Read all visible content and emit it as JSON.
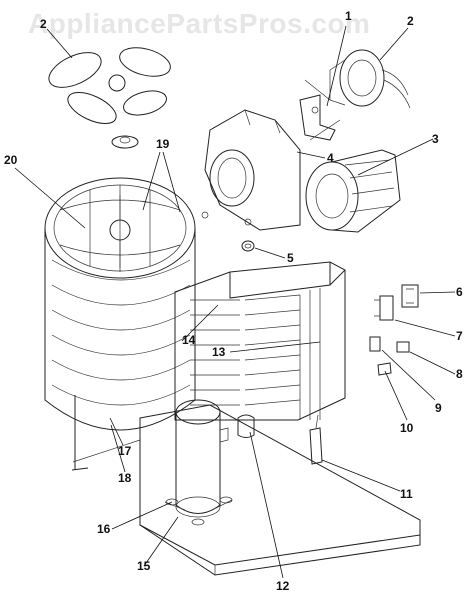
{
  "watermark": "AppliancePartsPros.com",
  "callouts": [
    {
      "id": "c1",
      "text": "1"
    },
    {
      "id": "c2a",
      "text": "2"
    },
    {
      "id": "c2b",
      "text": "2"
    },
    {
      "id": "c3",
      "text": "3"
    },
    {
      "id": "c4",
      "text": "4"
    },
    {
      "id": "c5",
      "text": "5"
    },
    {
      "id": "c6",
      "text": "6"
    },
    {
      "id": "c7",
      "text": "7"
    },
    {
      "id": "c8",
      "text": "8"
    },
    {
      "id": "c9",
      "text": "9"
    },
    {
      "id": "c10",
      "text": "10"
    },
    {
      "id": "c11",
      "text": "11"
    },
    {
      "id": "c12",
      "text": "12"
    },
    {
      "id": "c13",
      "text": "13"
    },
    {
      "id": "c14",
      "text": "14"
    },
    {
      "id": "c15",
      "text": "15"
    },
    {
      "id": "c16",
      "text": "16"
    },
    {
      "id": "c17",
      "text": "17"
    },
    {
      "id": "c18",
      "text": "18"
    },
    {
      "id": "c19",
      "text": "19"
    },
    {
      "id": "c20",
      "text": "20"
    }
  ]
}
